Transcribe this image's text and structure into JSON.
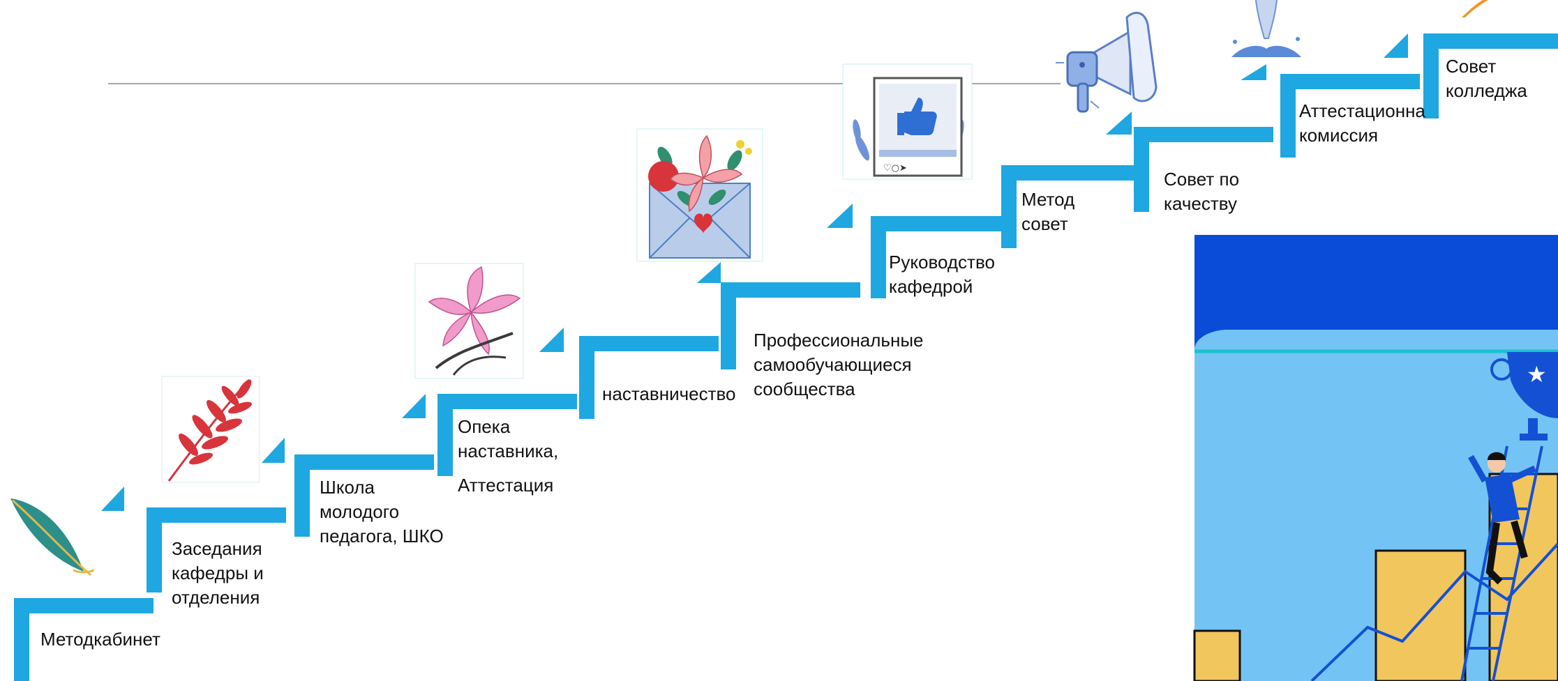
{
  "colors": {
    "stair": "#1ea7e1",
    "rule_line": "#a6a6a6",
    "text": "#111111",
    "panel_dark_blue": "#0a4bd8",
    "panel_light_blue": "#74c3f5",
    "panel_accent": "#19c3cf",
    "bar_yellow": "#f1c65c",
    "figure_blue": "#1450d4"
  },
  "steps": [
    {
      "id": "metodkabinet",
      "text": "Методкабинет",
      "icon": "feather-icon"
    },
    {
      "id": "zasedaniya",
      "text": "Заседания\nкафедры и\nотделения",
      "icon": "fern-leaf-icon"
    },
    {
      "id": "shkola",
      "text": "Школа\nмолодого\nпедагога, ШКО",
      "icon": "paper-plane-icon"
    },
    {
      "id": "opeka",
      "text": "Опека\nнаставника,",
      "extra": "Аттестация",
      "icon": "lily-flower-icon"
    },
    {
      "id": "nastavnichestvo",
      "text": "наставничество",
      "icon": "pointer-icon"
    },
    {
      "id": "soobshchestva",
      "text": "Профессиональные\nсамообучающиеся\nсообщества",
      "icon": "flower-envelope-icon"
    },
    {
      "id": "rukovodstvo",
      "text": "Руководство\nкафедрой",
      "icon": "arrow-icon"
    },
    {
      "id": "metod_sovet",
      "text": "Метод\nсовет",
      "icon": "like-post-icon"
    },
    {
      "id": "sovet_kachestvo",
      "text": "Совет по\nкачеству",
      "icon": "megaphone-icon"
    },
    {
      "id": "attestacionnaya",
      "text": "Аттестационна\nкомиссия",
      "icon": "fountain-icon"
    },
    {
      "id": "sovet_kolledzha",
      "text": "Совет\nколледжа",
      "icon": "rocket-icon"
    }
  ],
  "illustration": {
    "icon": "climbing-to-trophy-illustration",
    "trophy_icon": "trophy-icon",
    "person_icon": "climber-icon",
    "ladder_icon": "ladder-icon",
    "chart_icon": "growth-line-icon"
  }
}
